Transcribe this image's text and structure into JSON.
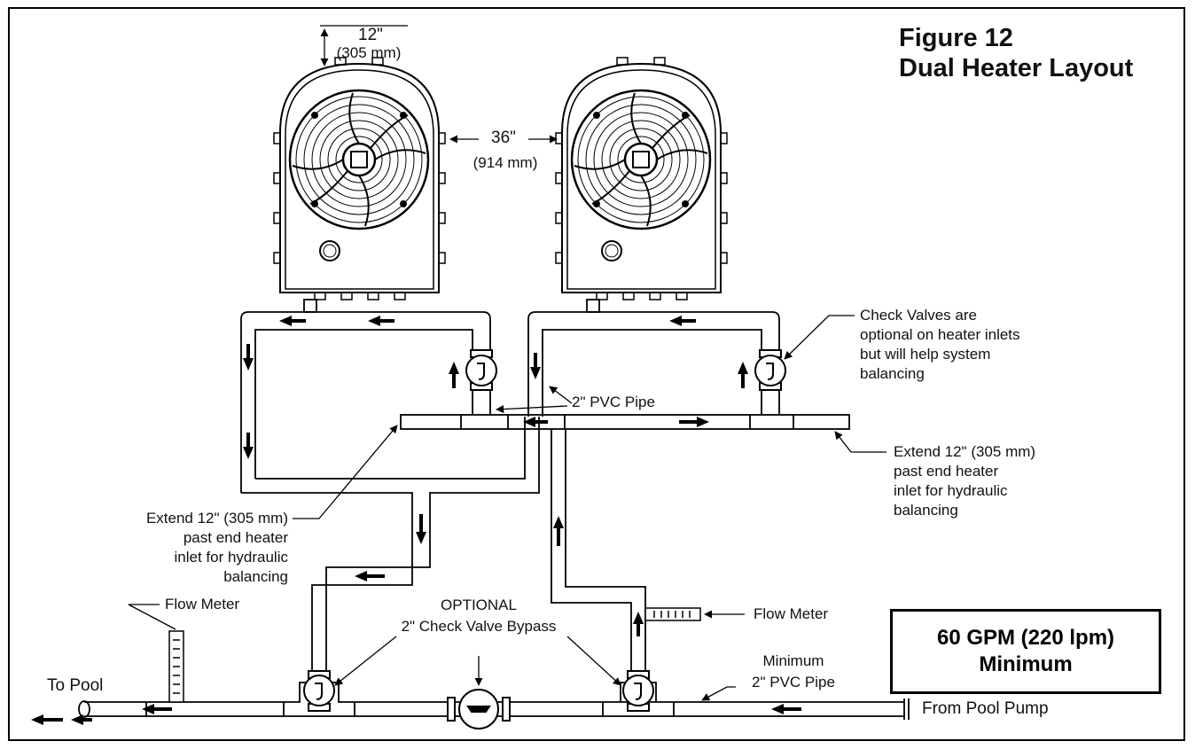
{
  "figure": {
    "number": "Figure 12",
    "title": "Dual Heater Layout"
  },
  "dimensions": {
    "top_clearance": "12\"",
    "top_clearance_mm": "(305 mm)",
    "heater_spacing": "36\"",
    "heater_spacing_mm": "(914 mm)"
  },
  "callouts": {
    "check_valves": [
      "Check Valves are",
      "optional on heater inlets",
      "but will help system",
      "balancing"
    ],
    "pvc_pipe": "2\" PVC Pipe",
    "extend_right": [
      "Extend 12\" (305 mm)",
      "past end heater",
      "inlet for hydraulic",
      "balancing"
    ],
    "extend_left": [
      "Extend 12\" (305 mm)",
      "past end heater",
      "inlet for hydraulic",
      "balancing"
    ],
    "flow_meter_left": "Flow Meter",
    "flow_meter_right": "Flow Meter",
    "optional_bypass": [
      "OPTIONAL",
      "2\" Check Valve Bypass"
    ],
    "minimum_pipe": [
      "Minimum",
      "2\" PVC Pipe"
    ],
    "to_pool": "To Pool",
    "from_pool_pump": "From Pool Pump"
  },
  "flow_requirement": {
    "line1": "60 GPM (220 lpm)",
    "line2": "Minimum"
  }
}
